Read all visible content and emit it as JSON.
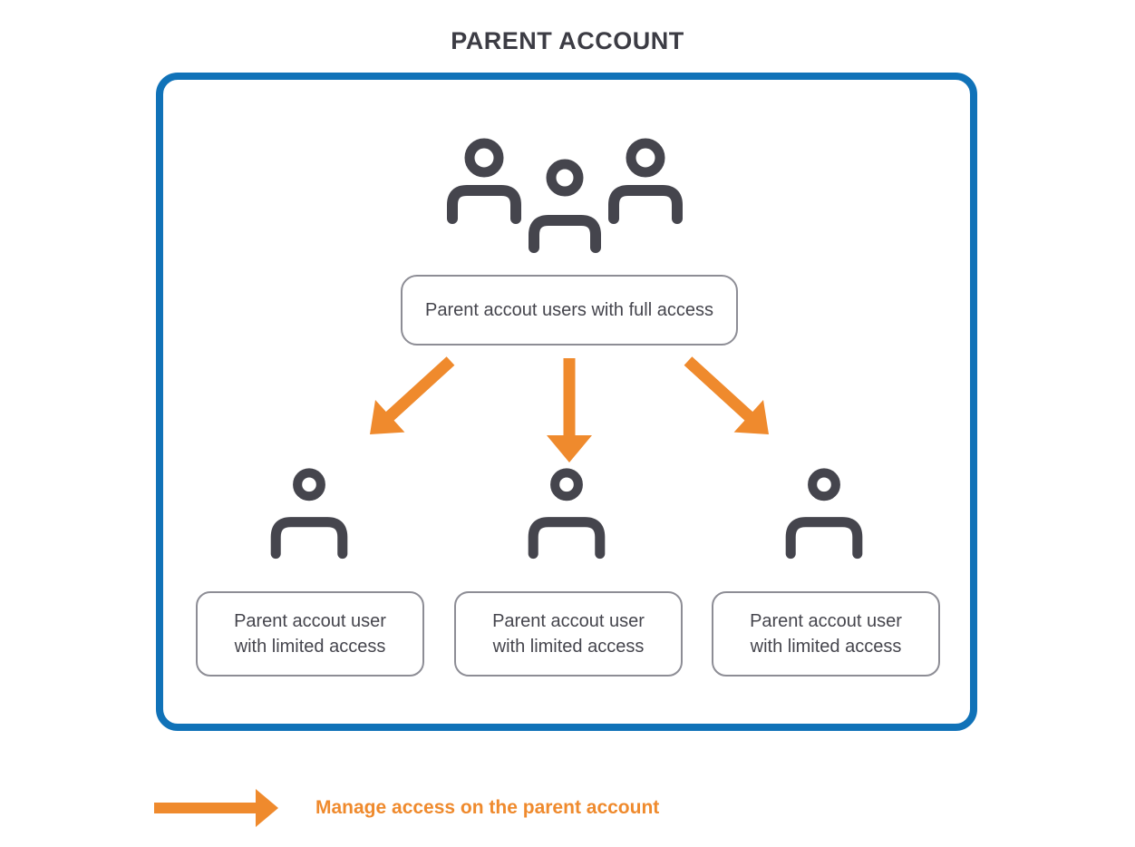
{
  "title": "PARENT ACCOUNT",
  "parent_box": {
    "full_access_label": "Parent accout users with full access",
    "limited_access_nodes": [
      {
        "label_line1": "Parent accout user",
        "label_line2": "with limited access"
      },
      {
        "label_line1": "Parent accout user",
        "label_line2": "with limited access"
      },
      {
        "label_line1": "Parent accout user",
        "label_line2": "with limited access"
      }
    ]
  },
  "legend": {
    "label": "Manage access on the parent account"
  },
  "icons": {
    "top_group": "users-group-icon",
    "limited_users": "user-icon",
    "flow_arrows": "arrow-down-icon",
    "legend_arrow": "arrow-right-icon"
  },
  "colors": {
    "accent_blue": "#1072b8",
    "accent_orange": "#ef8a2d",
    "icon_dark": "#45454d",
    "pill_border": "#8d8d95",
    "title_text": "#3c3c44"
  }
}
